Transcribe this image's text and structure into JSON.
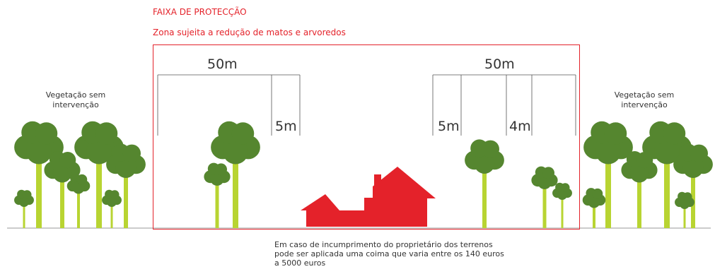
{
  "zone": {
    "title": "FAIXA DE PROTECÇÃO",
    "subtitle": "Zona sujeita a redução de matos e arvoredos",
    "color": "#e4222a"
  },
  "measurements": {
    "left_total": "50m",
    "left_inner": "5m",
    "right_total": "50m",
    "right_inner_a": "5m",
    "right_inner_b": "4m"
  },
  "labels": {
    "left_vegetation": "Vegetação sem intervenção",
    "right_vegetation": "Vegetação sem intervenção"
  },
  "note": "Em caso de incumprimento do proprietário dos terrenos pode ser aplicada uma coima que varia entre os 140 euros a 5000 euros",
  "colors": {
    "canopy": "#55862f",
    "trunk": "#b8d432",
    "house": "#e4222a",
    "measure_line": "#555555"
  }
}
